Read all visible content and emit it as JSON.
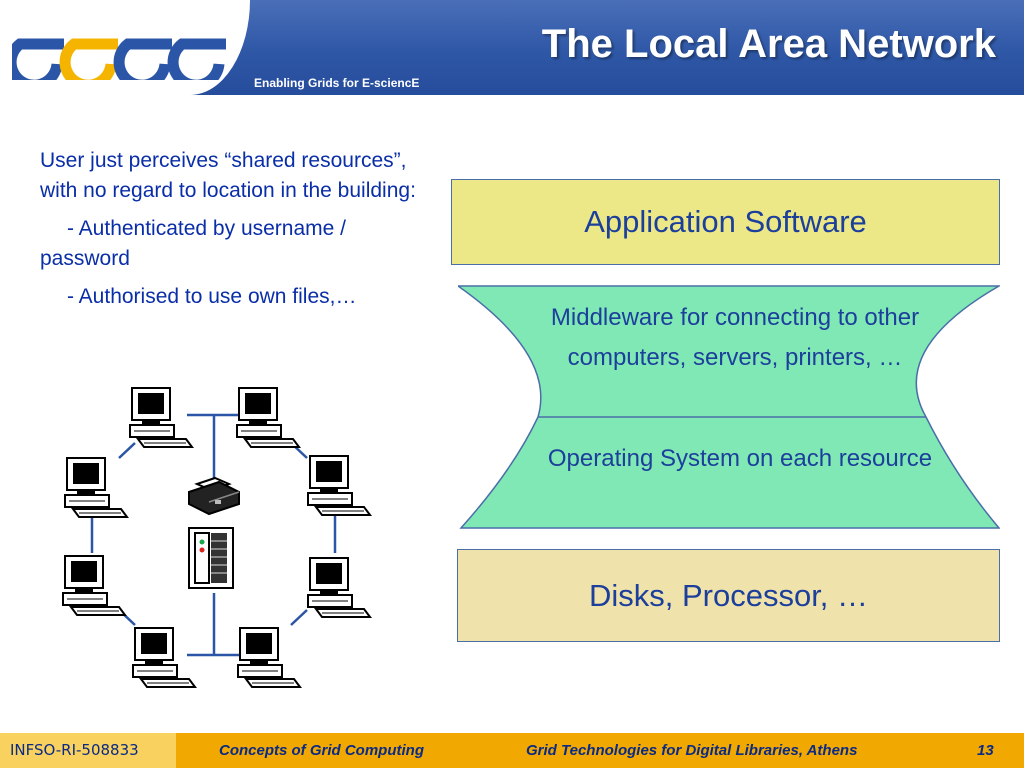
{
  "header": {
    "logo_text": "egee",
    "tagline": "Enabling Grids for E-sciencE",
    "title": "The Local Area Network"
  },
  "bullets": {
    "main": "User just perceives “shared resources”, with no regard to location in the building:",
    "sub1": "- Authenticated by username / password",
    "sub2": "- Authorised to use own files,…"
  },
  "stack": {
    "application": "Application Software",
    "middleware_line1": "Middleware for connecting to other",
    "middleware_line2": "computers, servers, printers, …",
    "os": "Operating System on each resource",
    "hardware": "Disks, Processor, …"
  },
  "network": {
    "computers": 8,
    "devices": [
      "printer-icon",
      "server-icon"
    ]
  },
  "footer": {
    "project": "INFSO-RI-508833",
    "course": "Concepts of Grid Computing",
    "event": "Grid Technologies for Digital Libraries, Athens",
    "page": "13"
  },
  "colors": {
    "header_blue": "#2e57a6",
    "text_blue": "#1c3f9c",
    "app_box": "#ece887",
    "hourglass": "#80e8b4",
    "disk_box": "#f0e2ab",
    "footer": "#f1a800"
  }
}
